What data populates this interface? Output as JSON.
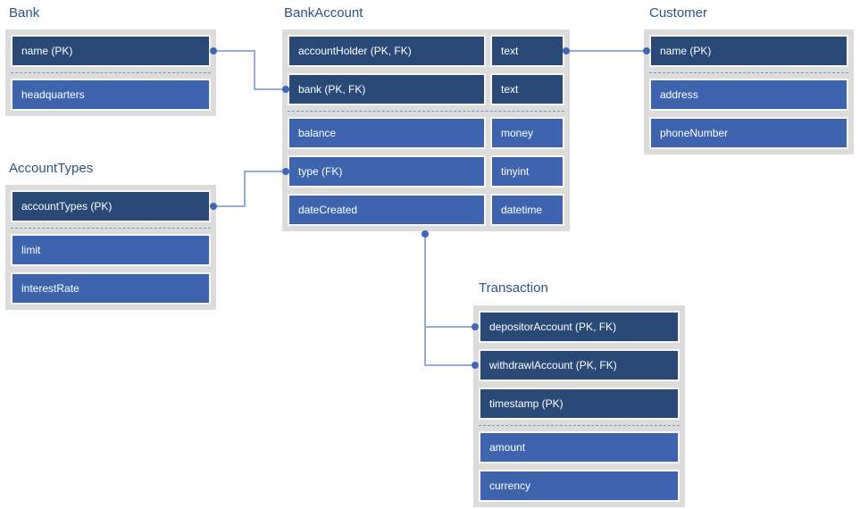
{
  "diagram": {
    "kind": "entity-relationship-diagram",
    "colors": {
      "pk_row_fill": "#2A4977",
      "attribute_row_fill": "#3E64AE",
      "entity_background": "#DCDCDC",
      "row_border": "#F7F7F7",
      "separator_line": "#6E9BC8",
      "connector_line": "#94ACD8",
      "connector_dot": "#3F67B3",
      "title_text": "#2E5380",
      "row_text": "#FFFFFF"
    },
    "entities": [
      {
        "title": "Bank",
        "rows": [
          {
            "name": "name (PK)"
          },
          {
            "name": "headquarters"
          }
        ]
      },
      {
        "title": "AccountTypes",
        "rows": [
          {
            "name": "accountTypes (PK)"
          },
          {
            "name": "limit"
          },
          {
            "name": "interestRate"
          }
        ]
      },
      {
        "title": "BankAccount",
        "rows": [
          {
            "name": "accountHolder (PK, FK)",
            "type": "text"
          },
          {
            "name": "bank (PK, FK)",
            "type": "text"
          },
          {
            "name": "balance",
            "type": "money"
          },
          {
            "name": "type (FK)",
            "type": "tinyint"
          },
          {
            "name": "dateCreated",
            "type": "datetime"
          }
        ]
      },
      {
        "title": "Customer",
        "rows": [
          {
            "name": "name (PK)"
          },
          {
            "name": "address"
          },
          {
            "name": "phoneNumber"
          }
        ]
      },
      {
        "title": "Transaction",
        "rows": [
          {
            "name": "depositorAccount (PK, FK)"
          },
          {
            "name": "withdrawlAccount (PK, FK)"
          },
          {
            "name": "timestamp (PK)"
          },
          {
            "name": "amount"
          },
          {
            "name": "currency"
          }
        ]
      }
    ],
    "relationships": [
      {
        "from": "Bank.name",
        "to": "BankAccount.bank"
      },
      {
        "from": "AccountTypes.accountTypes",
        "to": "BankAccount.type"
      },
      {
        "from": "BankAccount.accountHolder",
        "to": "Customer.name"
      },
      {
        "from": "BankAccount",
        "to": "Transaction.depositorAccount"
      },
      {
        "from": "BankAccount",
        "to": "Transaction.withdrawlAccount"
      }
    ]
  }
}
